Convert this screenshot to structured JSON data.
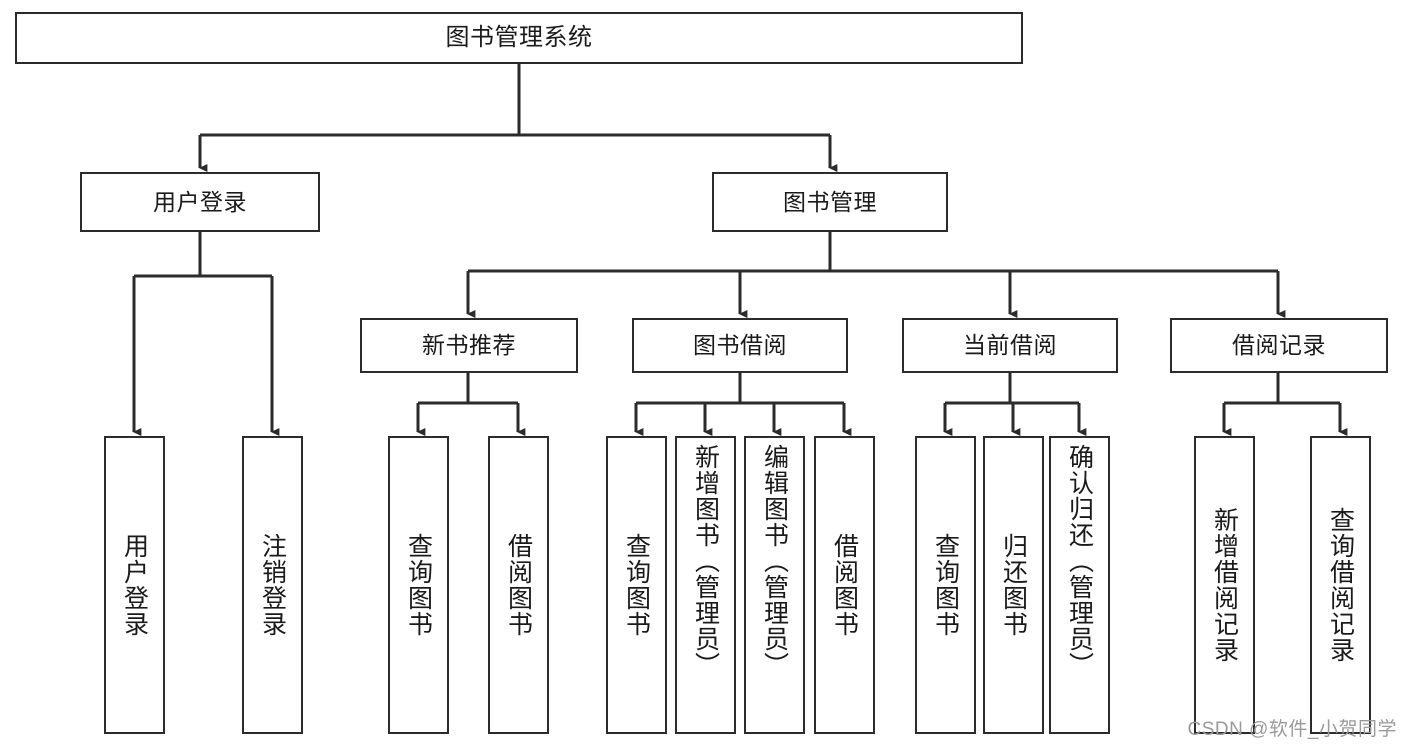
{
  "diagram": {
    "title": "图书管理系统",
    "type": "tree-hierarchy",
    "watermark": "CSDN @软件_小贺同学",
    "colors": {
      "box_border": "#2b2b2b",
      "box_fill": "#ffffff",
      "edge": "#2b2b2b",
      "text": "#1a1a1a",
      "watermark": "#9a9a9a",
      "background": "#ffffff"
    },
    "root": {
      "label": "图书管理系统"
    },
    "level2": [
      {
        "label": "用户登录"
      },
      {
        "label": "图书管理"
      }
    ],
    "level3": [
      {
        "label": "新书推荐"
      },
      {
        "label": "图书借阅"
      },
      {
        "label": "当前借阅"
      },
      {
        "label": "借阅记录"
      }
    ],
    "leaves": {
      "user_login": [
        {
          "label": "用户登录"
        },
        {
          "label": "注销登录"
        }
      ],
      "new_book_recommend": [
        {
          "label": "查询图书"
        },
        {
          "label": "借阅图书"
        }
      ],
      "book_borrow": [
        {
          "label": "查询图书"
        },
        {
          "label": "新增图书（管理员）"
        },
        {
          "label": "编辑图书（管理员）"
        },
        {
          "label": "借阅图书"
        }
      ],
      "current_borrow": [
        {
          "label": "查询图书"
        },
        {
          "label": "归还图书"
        },
        {
          "label": "确认归还（管理员）"
        }
      ],
      "borrow_record": [
        {
          "label": "新增借阅记录"
        },
        {
          "label": "查询借阅记录"
        }
      ]
    }
  }
}
